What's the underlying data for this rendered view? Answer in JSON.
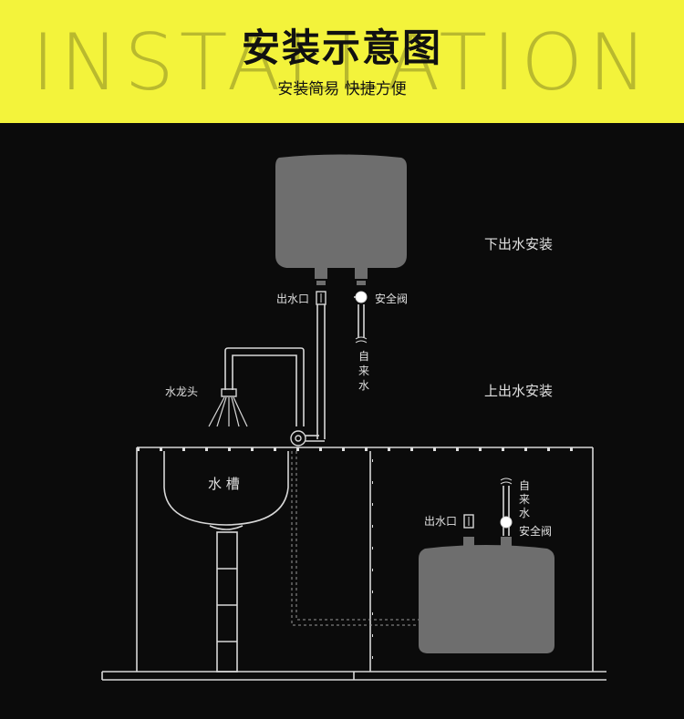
{
  "theme": {
    "banner_color": "#f3f33b",
    "background_color": "#0b0b0b",
    "heater_color": "#6e6e6e",
    "pipe_color": "#d8d8d8",
    "text_color": "#e0e0e0",
    "bg_word_color": "#b9b92e",
    "title_color": "#111111"
  },
  "header": {
    "bg_word": "INSTALLATION",
    "title": "安装示意图",
    "subtitle": "安装简易 快捷方便"
  },
  "diagram": {
    "section_bottom_outlet": "下出水安装",
    "section_top_outlet": "上出水安装",
    "top_heater": {
      "outlet_label": "出水口",
      "safety_valve_label": "安全阀",
      "inlet_label": [
        "自",
        "来",
        "水"
      ]
    },
    "faucet_label": "水龙头",
    "sink_label": "水 槽",
    "bottom_heater": {
      "outlet_label": "出水口",
      "safety_valve_label": "安全阀",
      "inlet_label": [
        "自",
        "来",
        "水"
      ]
    }
  }
}
